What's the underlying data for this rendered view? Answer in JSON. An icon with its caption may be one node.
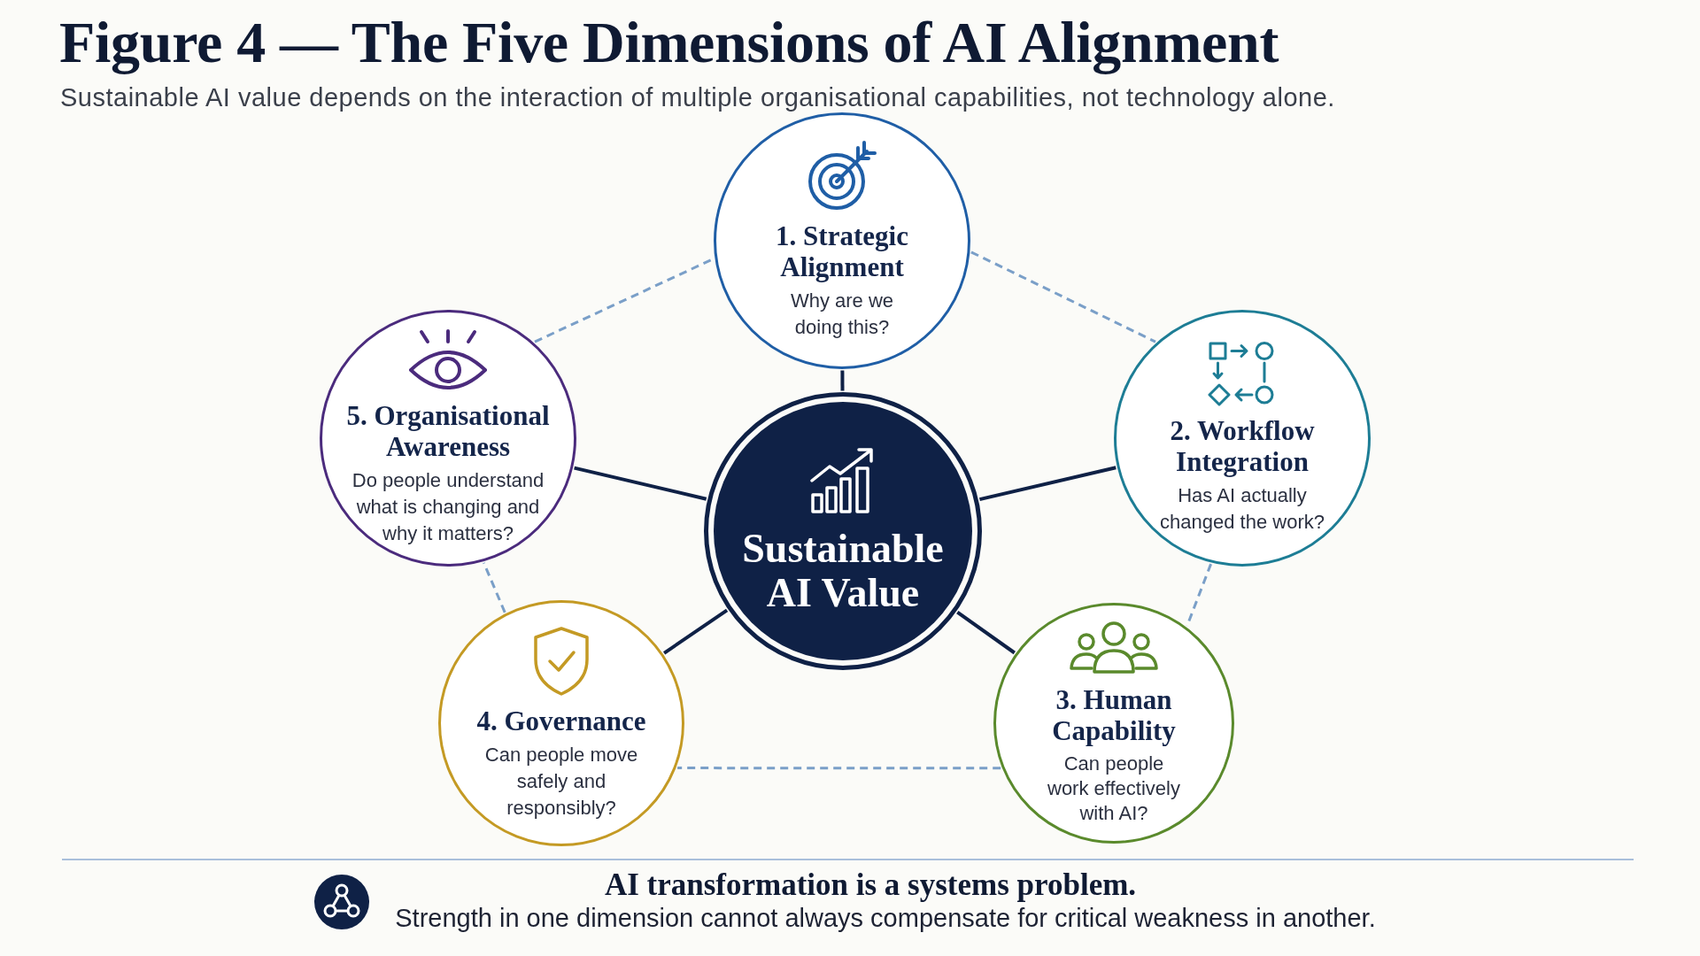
{
  "diagram": {
    "title": "Figure 4 — The Five Dimensions of AI Alignment",
    "nodes": [
      {
        "text": [
          "Sustainable AI Value"
        ]
      },
      {
        "text": [
          "1. Strategic Alignment",
          "Why are we doing this?"
        ]
      },
      {
        "text": [
          "2. Workflow Integration",
          "Has AI actually changed the work?"
        ]
      },
      {
        "text": [
          "3. Human Capability",
          "Can people work effectively with AI?"
        ]
      },
      {
        "text": [
          "4. Governance",
          "Can people move safely and responsibly?"
        ]
      },
      {
        "text": [
          "5. Organisational Awareness",
          "Do people understand what is changing and why it matters?"
        ]
      }
    ],
    "edges": [
      {
        "from": 0,
        "to": 1,
        "arrow": "none"
      },
      {
        "from": 0,
        "to": 2,
        "arrow": "none"
      },
      {
        "from": 0,
        "to": 3,
        "arrow": "none"
      },
      {
        "from": 0,
        "to": 4,
        "arrow": "none"
      },
      {
        "from": 0,
        "to": 5,
        "arrow": "none"
      },
      {
        "from": 1,
        "to": 2,
        "arrow": "none",
        "style": "dashed",
        "color": "#7a9fc8"
      },
      {
        "from": 2,
        "to": 3,
        "arrow": "none",
        "style": "dashed",
        "color": "#7a9fc8"
      },
      {
        "from": 3,
        "to": 4,
        "arrow": "none",
        "style": "dashed",
        "color": "#7a9fc8"
      },
      {
        "from": 4,
        "to": 5,
        "arrow": "none",
        "style": "dashed",
        "color": "#7a9fc8"
      },
      {
        "from": 5,
        "to": 1,
        "arrow": "none",
        "style": "dashed",
        "color": "#7a9fc8"
      }
    ],
    "labels": [
      "Sustainable AI value depends on the interaction of multiple organisational capabilities, not technology alone.",
      "AI transformation is a systems problem.",
      "Strength in one dimension cannot always compensate for critical weakness in another."
    ]
  }
}
